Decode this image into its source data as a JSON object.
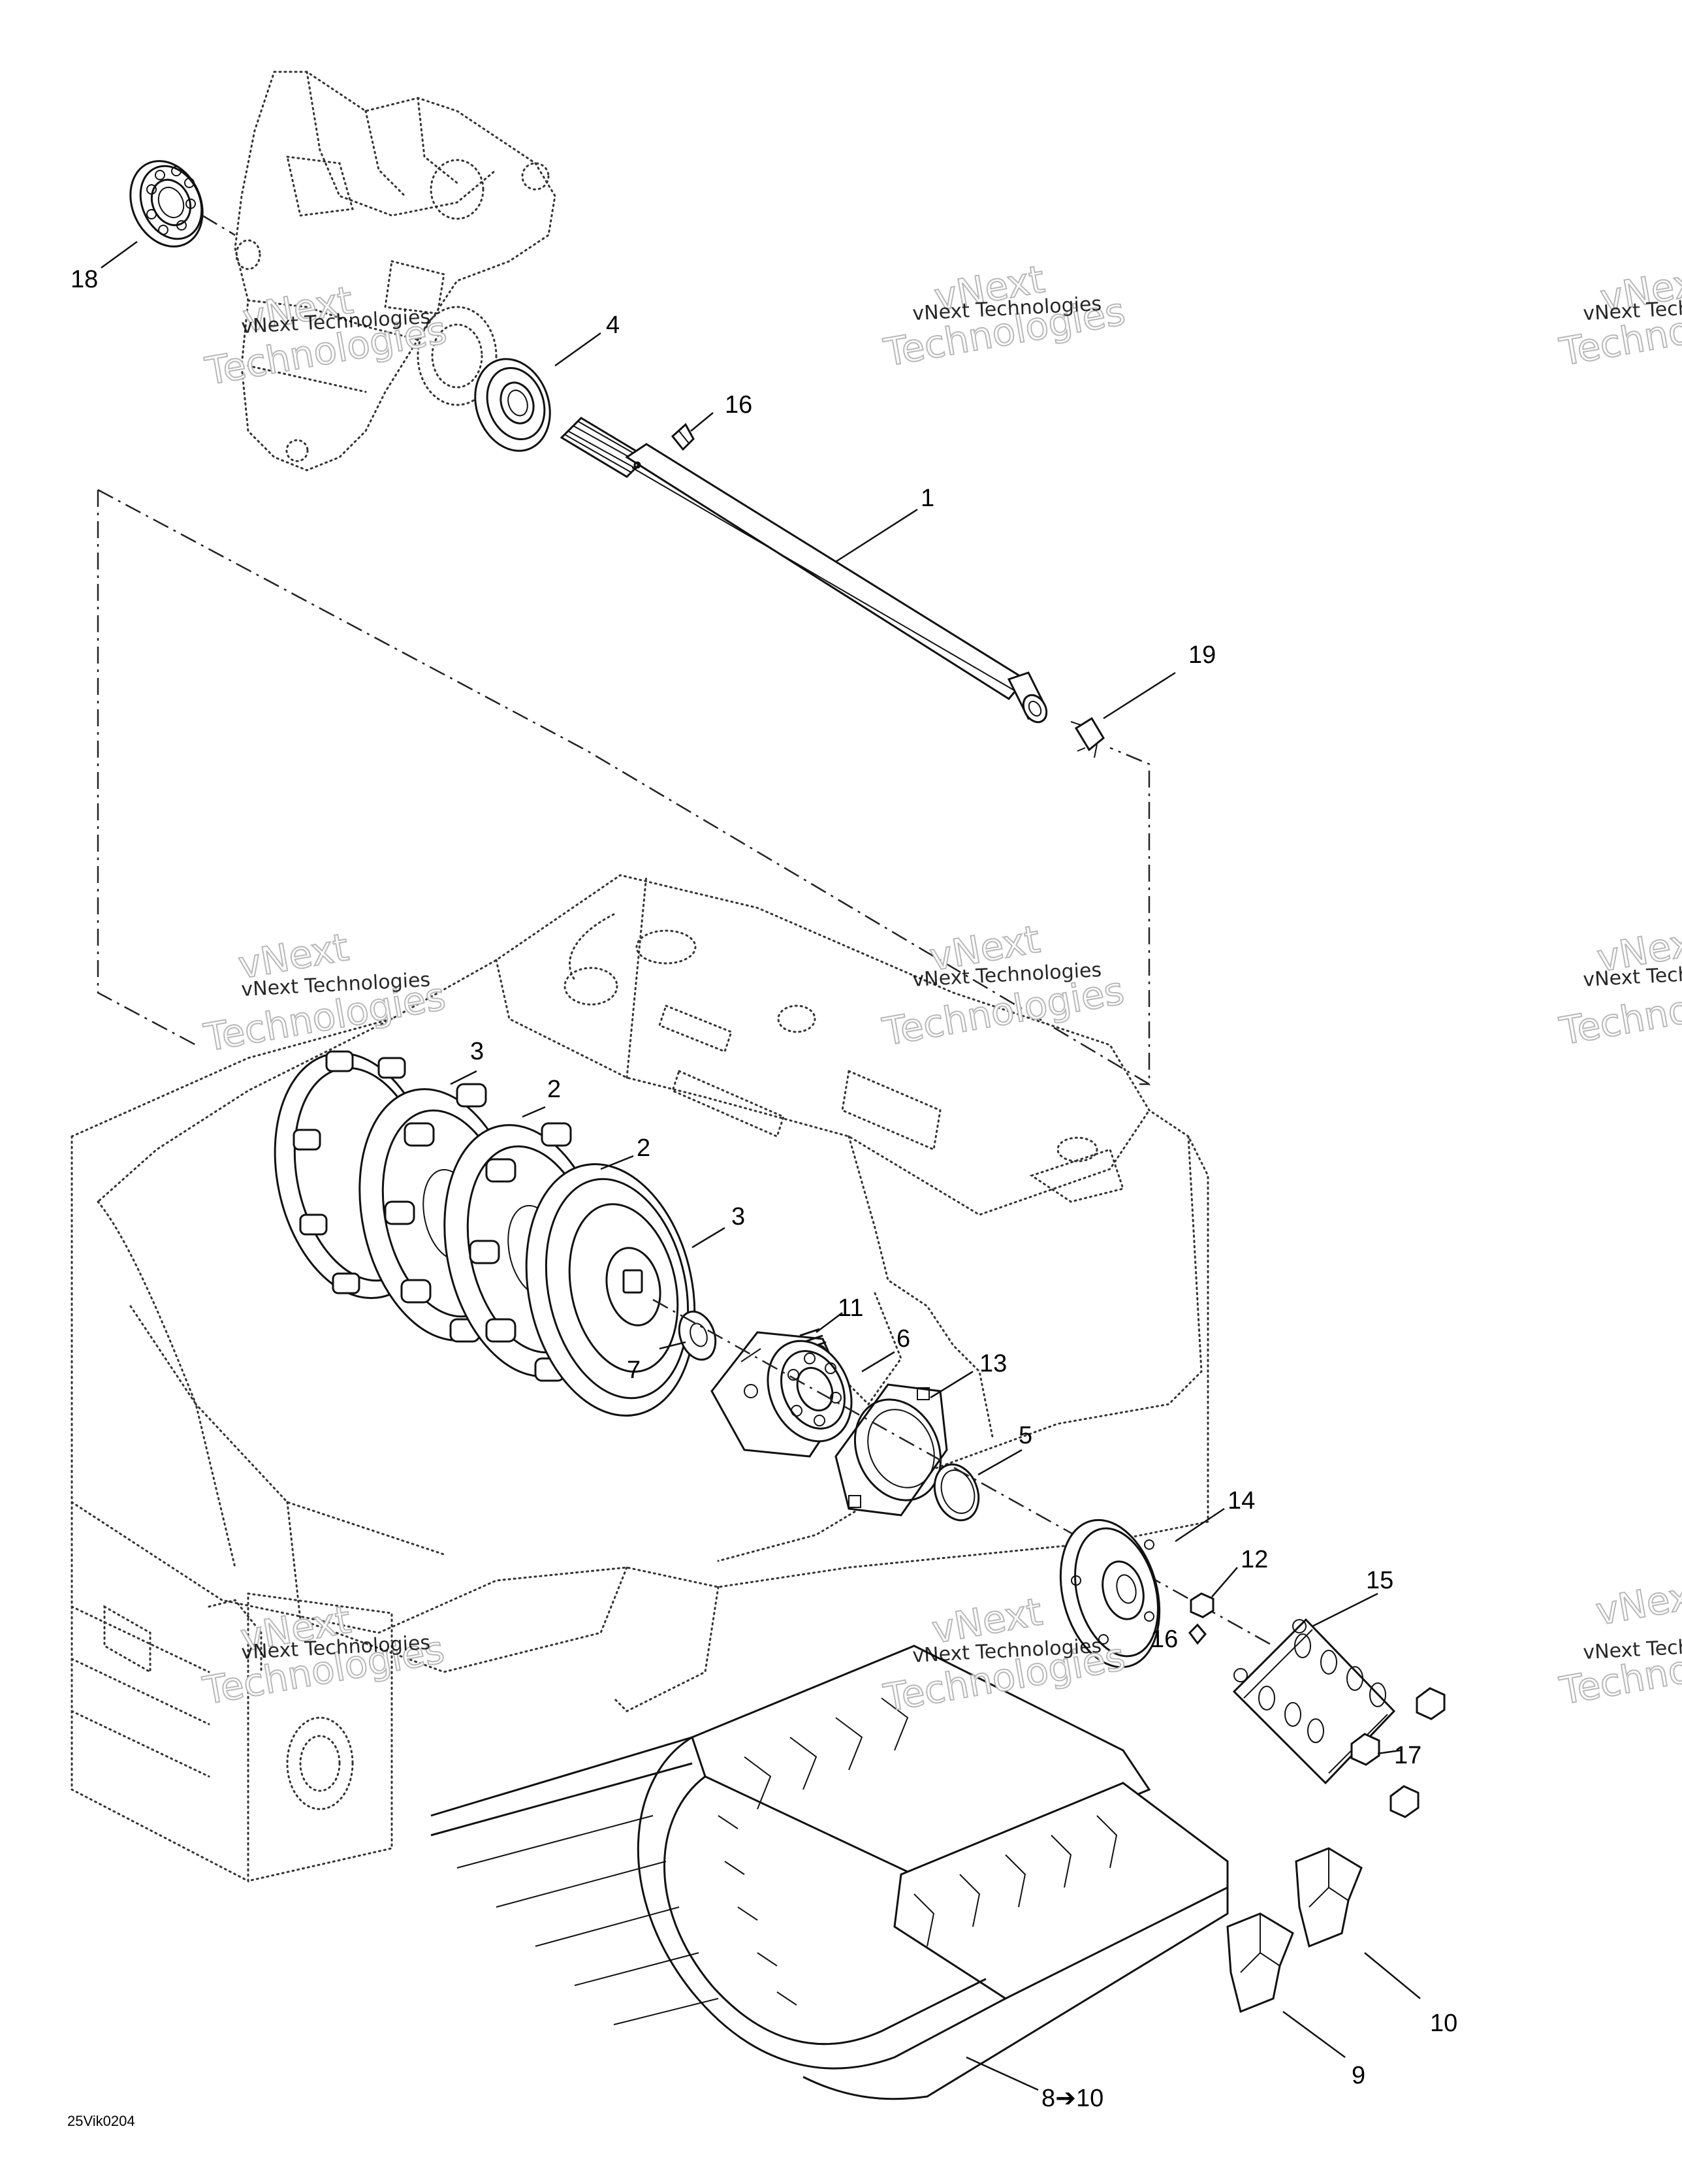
{
  "diagram_code": "25Vik0204",
  "watermark": {
    "line1": "vNext Technologies",
    "line2_top": "vNext",
    "line2_bottom": "Technologies"
  },
  "callouts": {
    "c1": "1",
    "c2a": "2",
    "c2b": "2",
    "c3a": "3",
    "c3b": "3",
    "c4": "4",
    "c5": "5",
    "c6": "6",
    "c7": "7",
    "c8": "8",
    "c8_range_end": "10",
    "c9": "9",
    "c10": "10",
    "c11": "11",
    "c12": "12",
    "c13": "13",
    "c14": "14",
    "c15": "15",
    "c16a": "16",
    "c16b": "16",
    "c17": "17",
    "c18": "18",
    "c19": "19"
  }
}
